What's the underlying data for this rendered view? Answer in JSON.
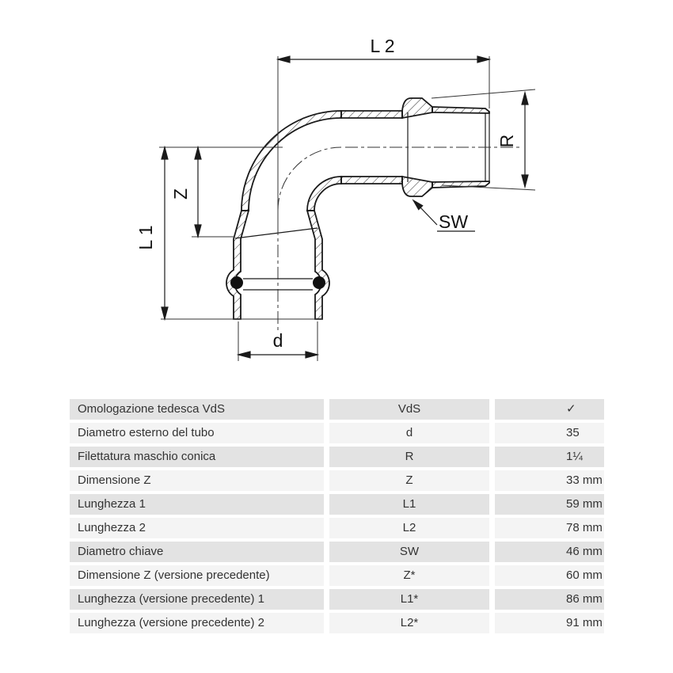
{
  "diagram": {
    "labels": {
      "l2": "L 2",
      "l1": "L 1",
      "z": "Z",
      "r": "R",
      "sw": "SW",
      "d": "d"
    }
  },
  "table": {
    "rows": [
      {
        "label": "Omologazione tedesca VdS",
        "symbol": "VdS",
        "value": "✓"
      },
      {
        "label": "Diametro esterno del tubo",
        "symbol": "d",
        "value": "35"
      },
      {
        "label": "Filettatura maschio conica",
        "symbol": "R",
        "value": "1¼"
      },
      {
        "label": "Dimensione Z",
        "symbol": "Z",
        "value": "33 mm"
      },
      {
        "label": "Lunghezza 1",
        "symbol": "L1",
        "value": "59 mm"
      },
      {
        "label": "Lunghezza 2",
        "symbol": "L2",
        "value": "78 mm"
      },
      {
        "label": "Diametro chiave",
        "symbol": "SW",
        "value": "46 mm"
      },
      {
        "label": "Dimensione Z (versione precedente)",
        "symbol": "Z*",
        "value": "60 mm"
      },
      {
        "label": "Lunghezza (versione precedente) 1",
        "symbol": "L1*",
        "value": "86 mm"
      },
      {
        "label": "Lunghezza (versione precedente) 2",
        "symbol": "L2*",
        "value": "91 mm"
      }
    ]
  },
  "colors": {
    "row_dark": "#e3e3e3",
    "row_light": "#f4f4f4",
    "line": "#1a1a1a",
    "text": "#333333"
  }
}
